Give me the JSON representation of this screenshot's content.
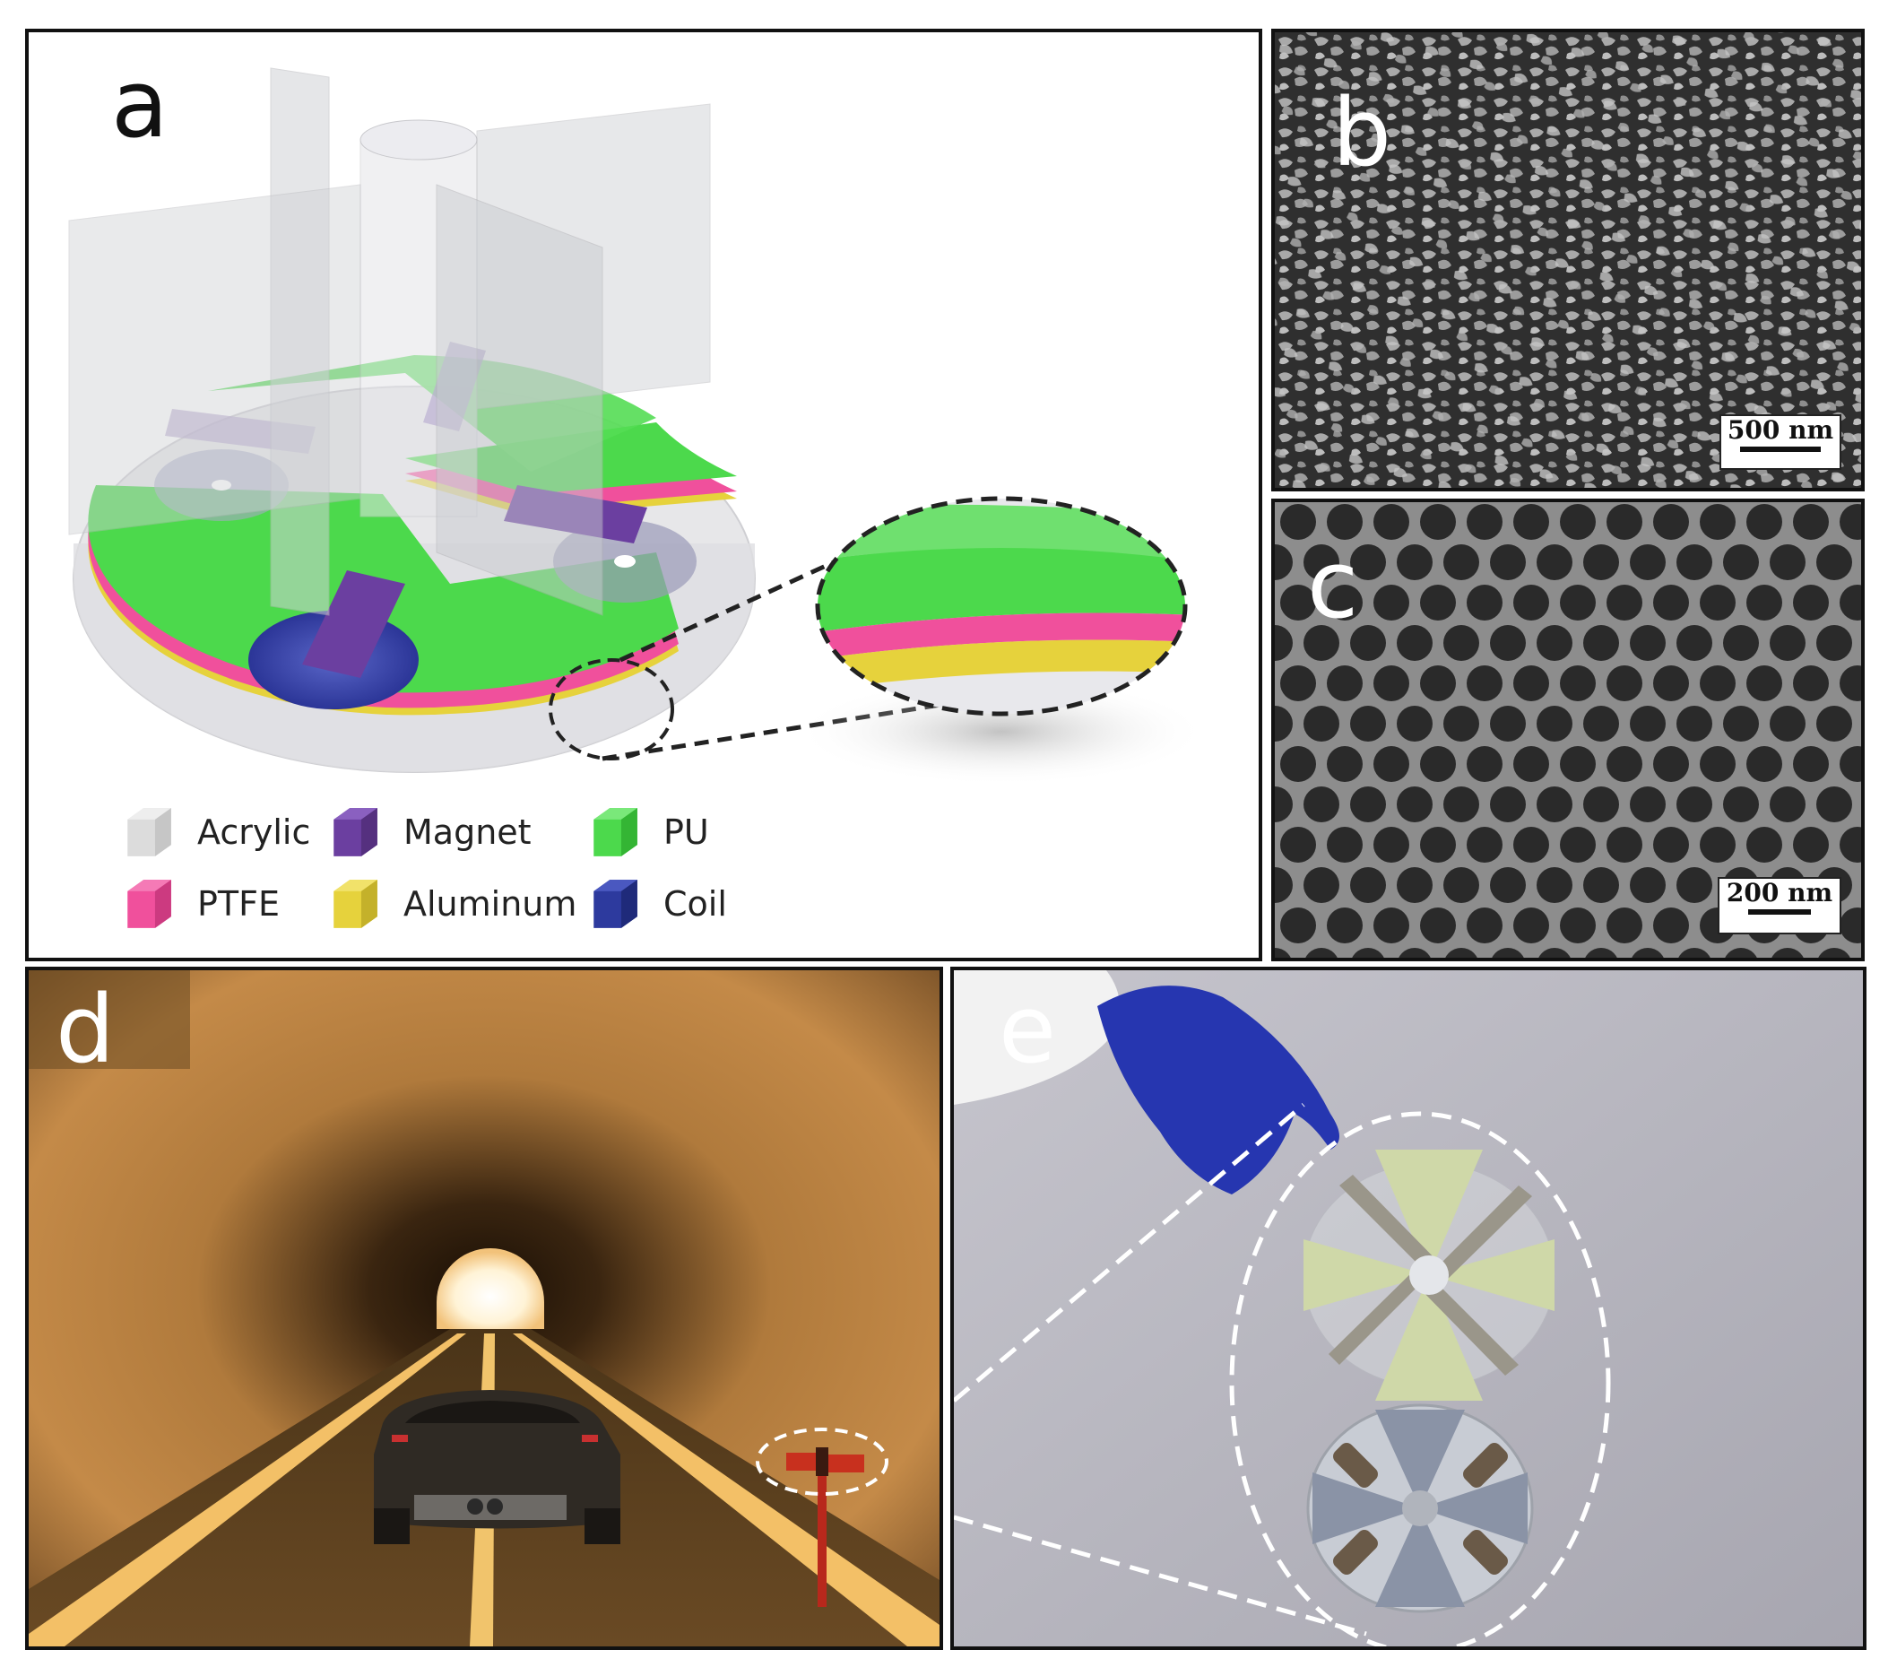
{
  "panels": {
    "a": {
      "letter": "a",
      "legend": [
        {
          "label": "Acrylic",
          "color": "#dcdcdc"
        },
        {
          "label": "Magnet",
          "color": "#6b3fa0"
        },
        {
          "label": "PU",
          "color": "#4cd94c"
        },
        {
          "label": "PTFE",
          "color": "#f0509c"
        },
        {
          "label": "Aluminum",
          "color": "#e6d23c"
        },
        {
          "label": "Coil",
          "color": "#2d3a9e"
        }
      ]
    },
    "b": {
      "letter": "b",
      "scale_label": "500 nm"
    },
    "c": {
      "letter": "c",
      "scale_label": "200 nm"
    },
    "d": {
      "letter": "d"
    },
    "e": {
      "letter": "e"
    }
  }
}
